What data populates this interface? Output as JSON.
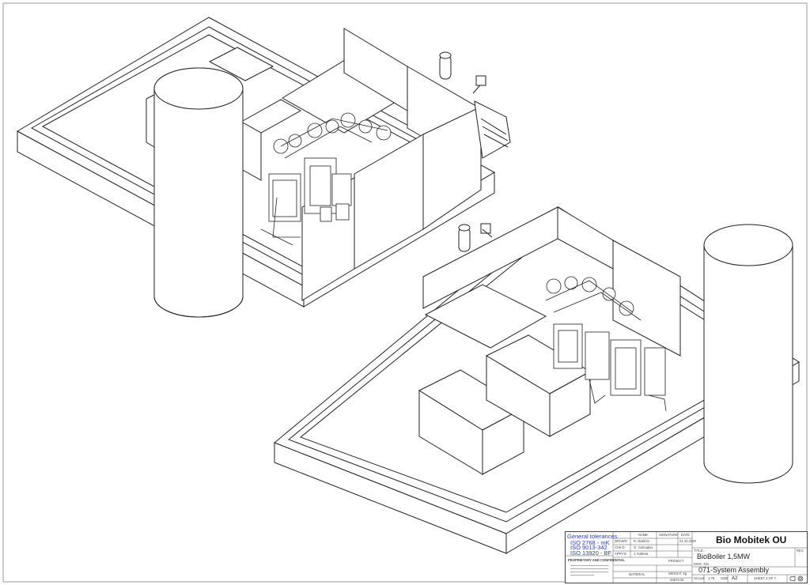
{
  "title_block": {
    "general_tolerances_label": "General tolerances",
    "tolerances": [
      "ISO 2768 - mK",
      "ISO 9013-342",
      "ISO 13920 - BF"
    ],
    "proprietary_label": "PROPRIETARY AND CONFIDENTIAL",
    "col_name": "NAME",
    "col_signature": "SIGNATURE",
    "col_date": "DATE",
    "rows": [
      {
        "role": "DRAWN",
        "name": "P. Aksikhin",
        "date": "01.10.2020"
      },
      {
        "role": "CHK'D",
        "name": "O. Golmakov",
        "date": ""
      },
      {
        "role": "APPV'D",
        "name": "J. Kallena",
        "date": ""
      }
    ],
    "material_label": "MATERIAL",
    "project_label": "PROJECT",
    "weight_label": "WEIGHT, kg",
    "weight_value": "34673.35",
    "company": "Bio Mobitek OU",
    "title_label": "TITLE:",
    "title_line1": "BioBoiler 1,5MW",
    "title_line2": "071-System Assembly",
    "dwg_label": "DWG. NO.",
    "rev_label": "REV.",
    "scale_label": "SCALE",
    "scale_value": "1:75",
    "size_label": "SIZE",
    "size_value": "A2",
    "sheet_label": "SHEET 2 OF 7"
  }
}
